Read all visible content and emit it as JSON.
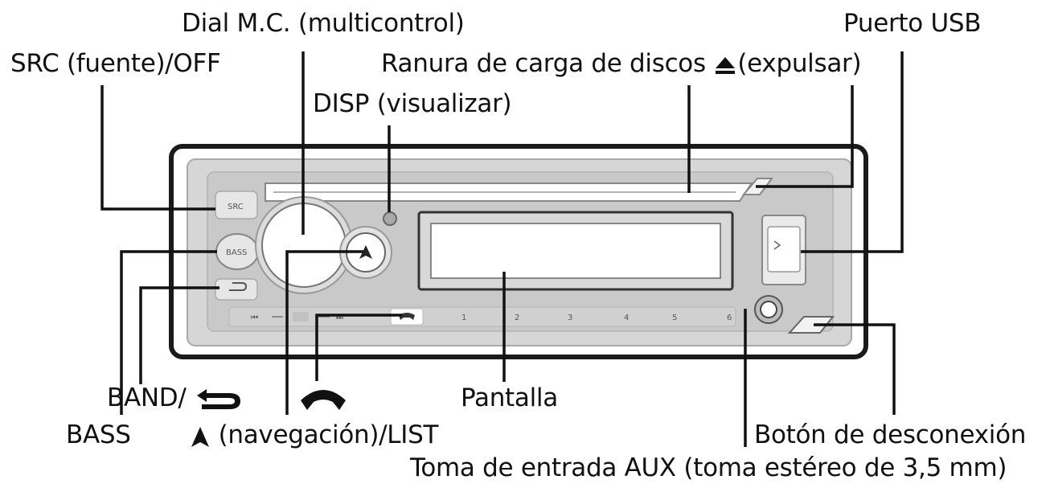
{
  "labels": {
    "dial_mc": "Dial M.C. (multicontrol)",
    "usb_port": "Puerto USB",
    "src_off": "SRC (fuente)/OFF",
    "disc_slot": "Ranura de carga de discos",
    "eject": "(expulsar)",
    "disp": "DISP (visualizar)",
    "band": "BAND/",
    "bass": "BASS",
    "navigation_list": "(navegación)/LIST",
    "display": "Pantalla",
    "detach_button": "Botón de desconexión",
    "aux_jack": "Toma de entrada AUX (toma estéreo de 3,5 mm)"
  },
  "panel_text": {
    "src": "SRC",
    "bass": "BASS",
    "prev": "⏮",
    "next": "⏭",
    "preset_1": "1",
    "preset_2": "2",
    "preset_3": "3",
    "preset_4": "4",
    "preset_5": "5",
    "preset_6": "6"
  },
  "icons": {
    "eject": "eject-icon",
    "back": "back-arrow-icon",
    "phone": "phone-handset-icon",
    "up": "up-arrow-icon"
  }
}
